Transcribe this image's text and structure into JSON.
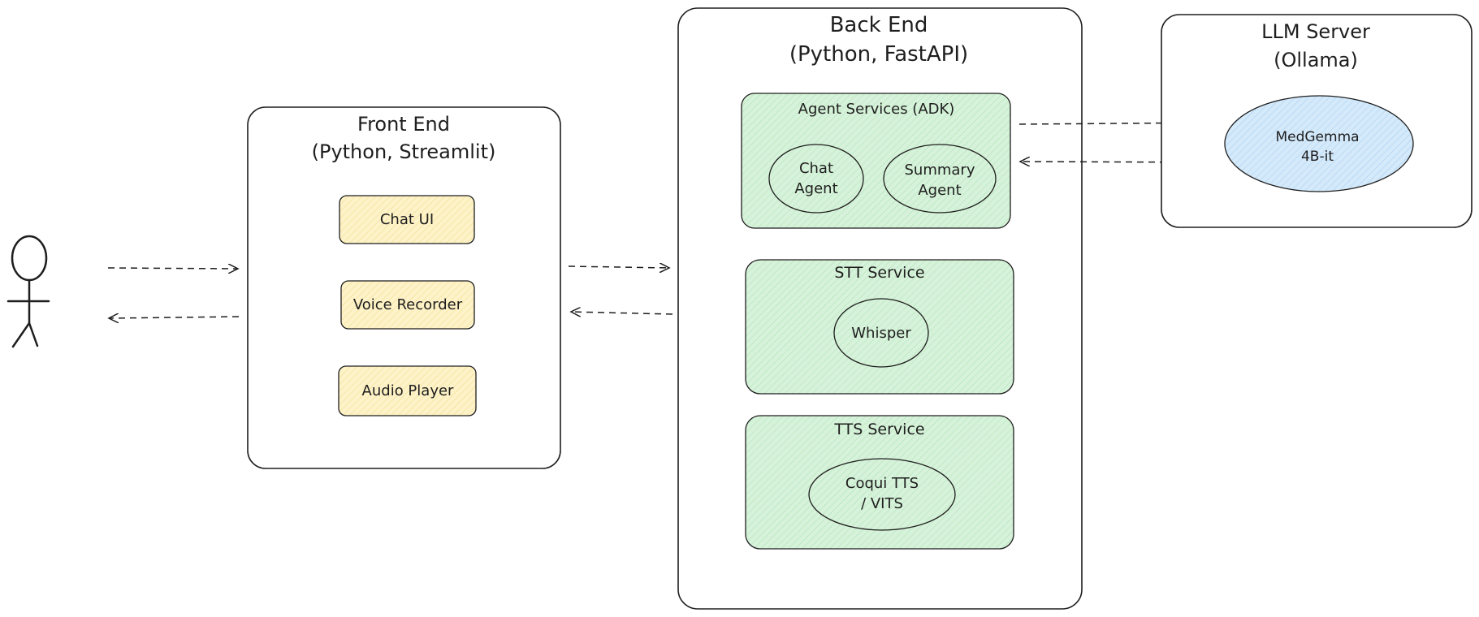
{
  "diagram": {
    "frontend": {
      "title_line1": "Front End",
      "title_line2": "(Python, Streamlit)",
      "chat_ui": "Chat UI",
      "voice_recorder": "Voice Recorder",
      "audio_player": "Audio Player"
    },
    "backend": {
      "title_line1": "Back End",
      "title_line2": "(Python, FastAPI)",
      "agent_services": {
        "title": "Agent Services (ADK)",
        "chat_agent_line1": "Chat",
        "chat_agent_line2": "Agent",
        "summary_agent_line1": "Summary",
        "summary_agent_line2": "Agent"
      },
      "stt_service": {
        "title": "STT Service",
        "whisper": "Whisper"
      },
      "tts_service": {
        "title": "TTS Service",
        "coqui_line1": "Coqui TTS",
        "coqui_line2": "/ VITS"
      }
    },
    "llm_server": {
      "title_line1": "LLM Server",
      "title_line2": "(Ollama)",
      "model_line1": "MedGemma",
      "model_line2": "4B-it"
    }
  },
  "colors": {
    "stroke": "#1e1e1e",
    "yellow_fill": "#fdf2c8",
    "green_fill": "#d7f2da",
    "blue_fill": "#d4e9fa"
  }
}
